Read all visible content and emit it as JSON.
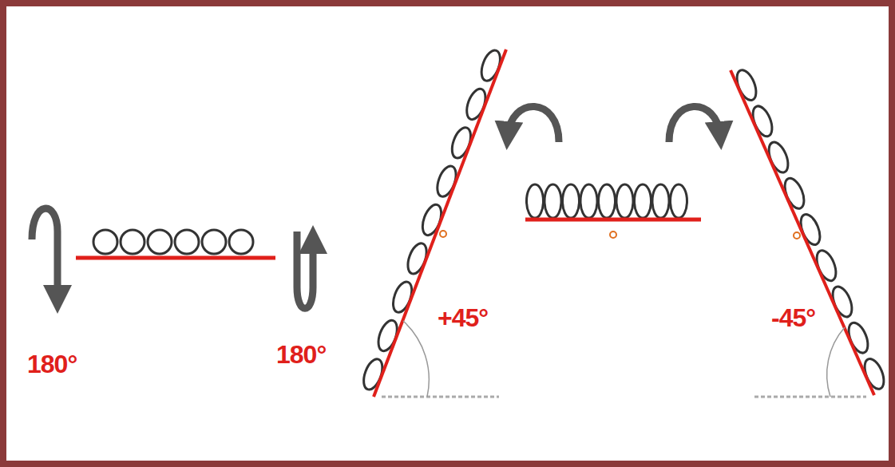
{
  "diagram": {
    "labels": [
      "180°",
      "180°",
      "+45°",
      "-45°"
    ]
  }
}
